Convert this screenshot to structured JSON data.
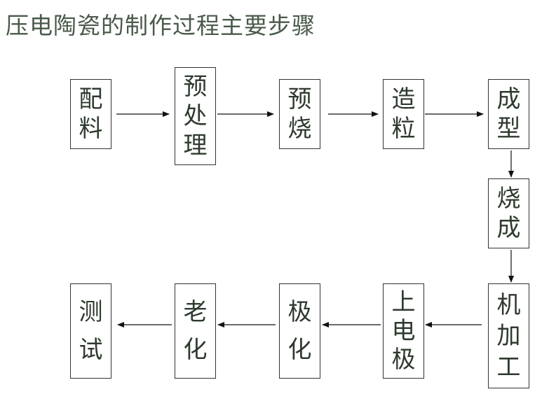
{
  "title": "压电陶瓷的制作过程主要步骤",
  "steps": {
    "peiliao": "配料",
    "yuchuli": "预处理",
    "yushao": "预烧",
    "zaoli": "造粒",
    "chengxing": "成型",
    "shaocheng": "烧成",
    "jijiagong": "机加工",
    "shangdianji": "上电极",
    "jihua": "极化",
    "laohua": "老化",
    "ceshi": "测试"
  }
}
